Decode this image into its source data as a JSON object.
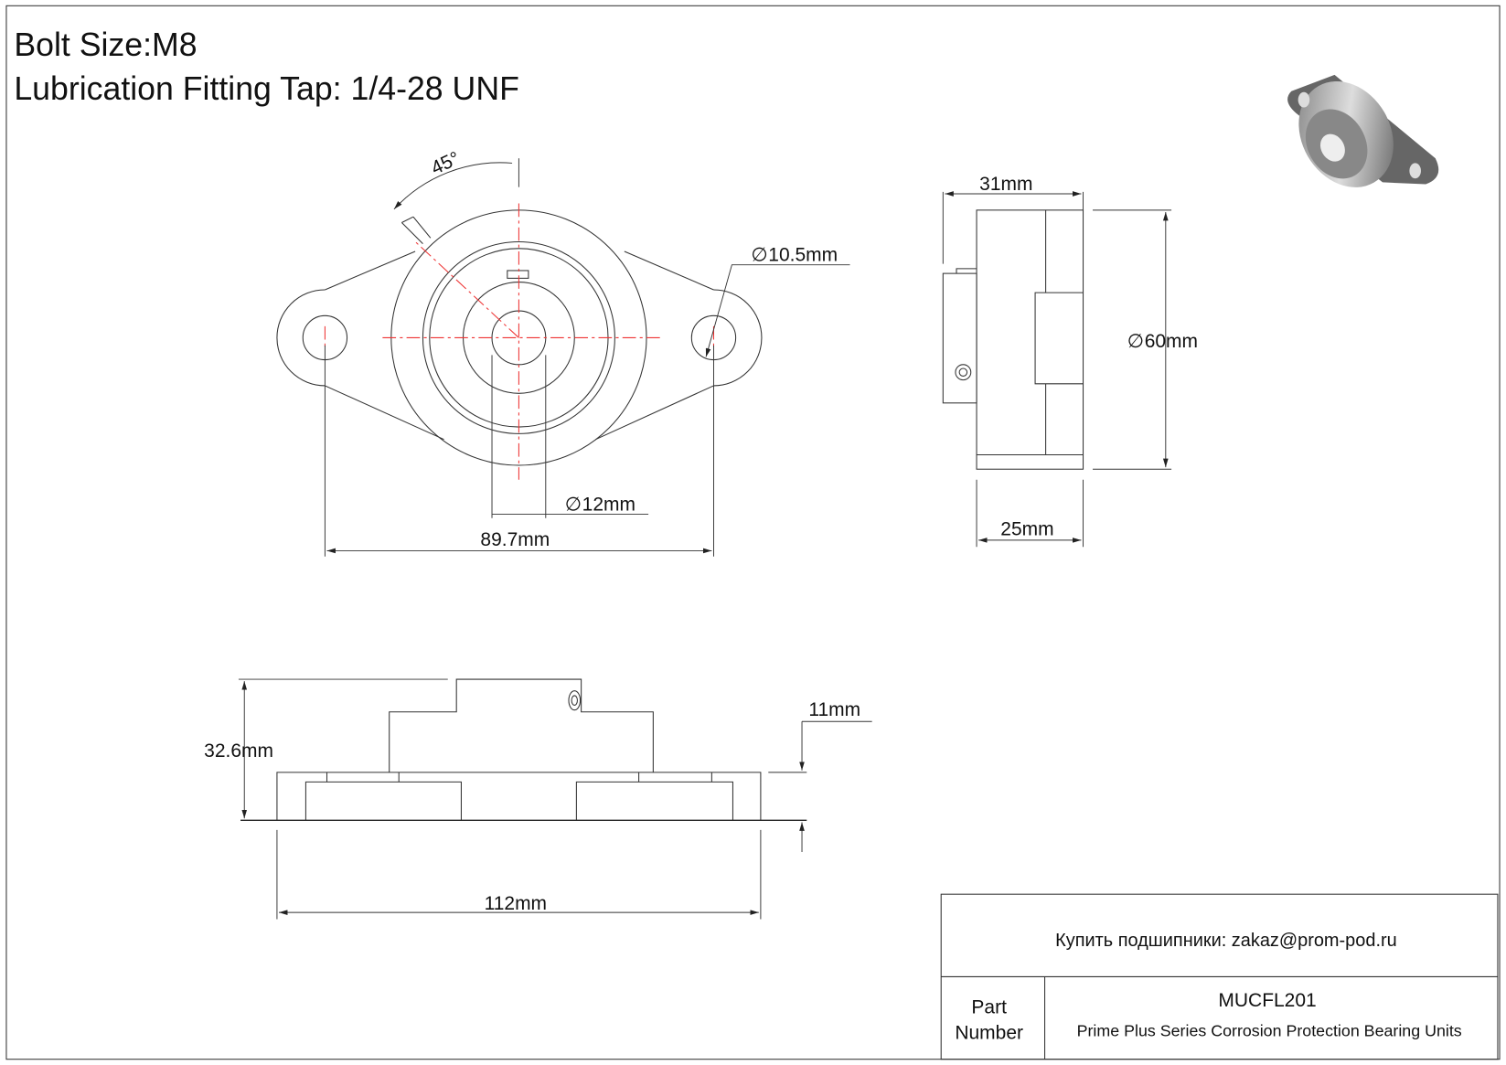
{
  "header": {
    "bolt_size": "Bolt Size:M8",
    "lubrication": "Lubrication Fitting Tap: 1/4-28 UNF"
  },
  "dimensions": {
    "angle": "45°",
    "bolt_hole": "10.5mm",
    "bore": "12mm",
    "bolt_spacing": "89.7mm",
    "width_31": "31mm",
    "diameter_60": "60mm",
    "width_25": "25mm",
    "height": "32.6mm",
    "flange_thickness": "11mm",
    "length": "112mm",
    "diameter_symbol": "∅"
  },
  "title_block": {
    "contact": "Купить подшипники: zakaz@prom-pod.ru",
    "part_label_1": "Part",
    "part_label_2": "Number",
    "part_number": "MUCFL201",
    "description": "Prime Plus Series Corrosion Protection Bearing Units"
  }
}
